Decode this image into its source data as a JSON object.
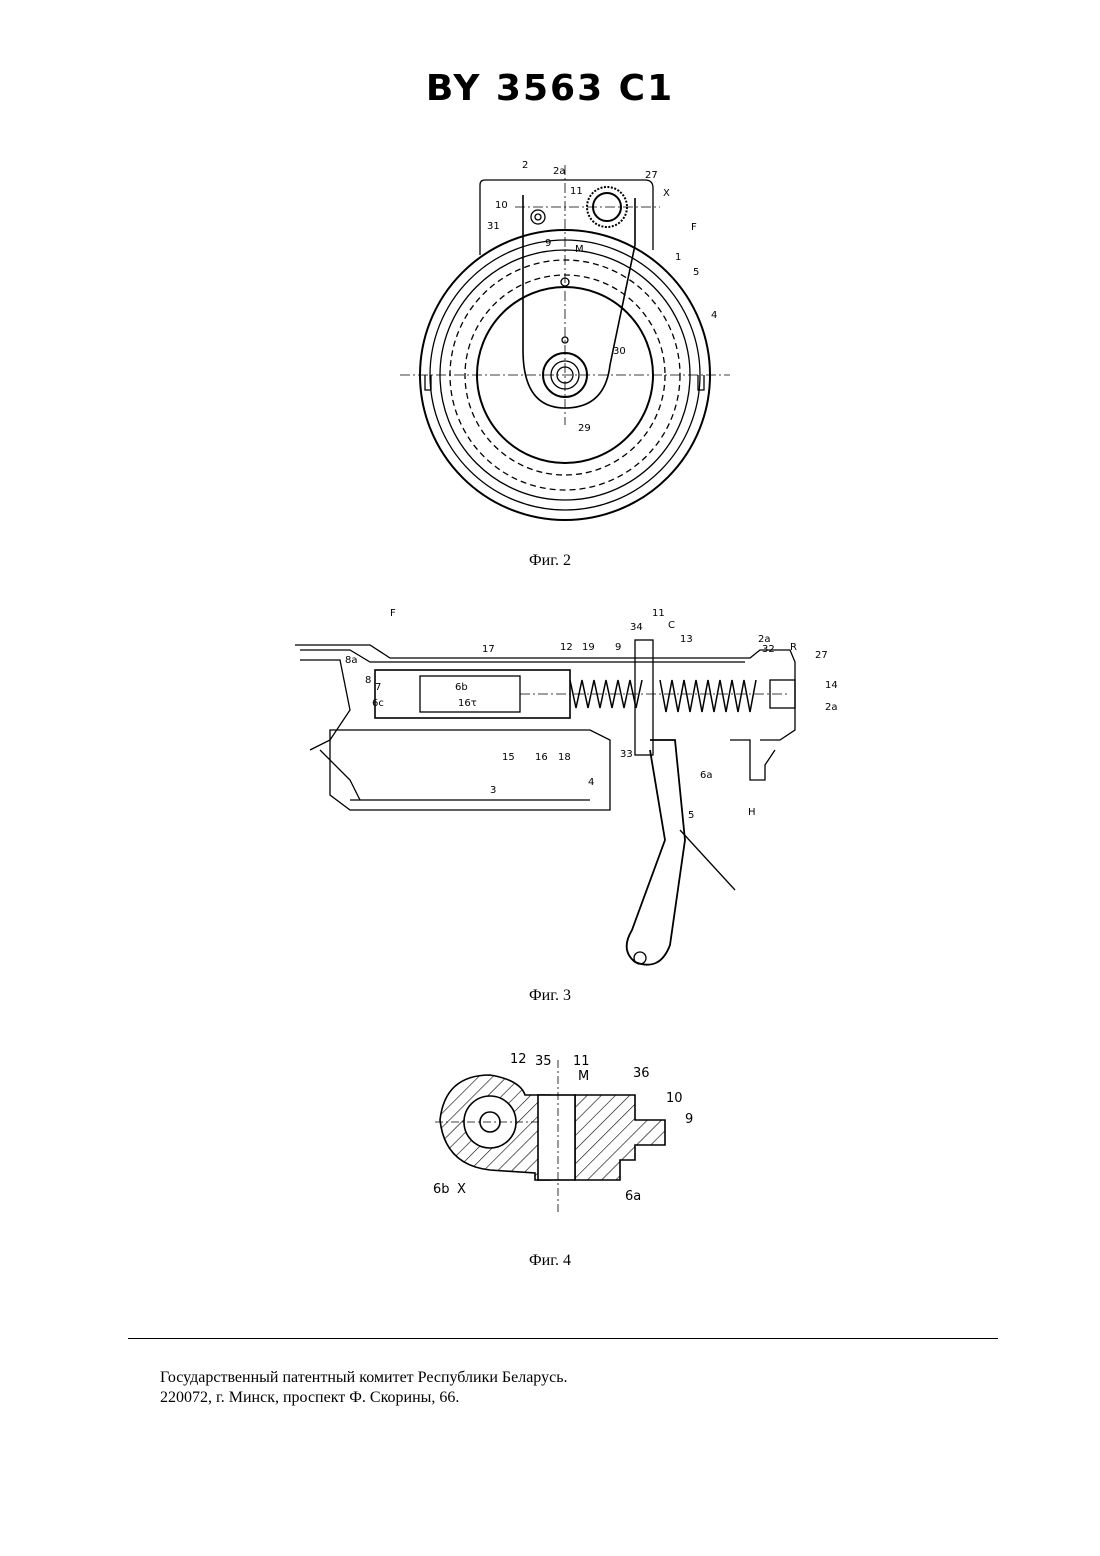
{
  "header": {
    "patent_number": "BY 3563 C1"
  },
  "figures": [
    {
      "caption": "Фиг. 2",
      "labels": [
        "2",
        "2a",
        "27",
        "X",
        "10",
        "11",
        "31",
        "9",
        "M",
        "F",
        "1",
        "5",
        "4",
        "30",
        "29"
      ]
    },
    {
      "caption": "Фиг. 3",
      "labels": [
        "F",
        "8a",
        "8",
        "7",
        "6c",
        "6b",
        "17",
        "16τ",
        "15",
        "16",
        "18",
        "12",
        "19",
        "9",
        "34",
        "11",
        "C",
        "13",
        "2a",
        "32",
        "R",
        "27",
        "14",
        "2a",
        "33",
        "4",
        "6a",
        "H",
        "3",
        "5"
      ]
    },
    {
      "caption": "Фиг. 4",
      "labels": [
        "12",
        "35",
        "11",
        "M",
        "36",
        "10",
        "9",
        "6b",
        "X",
        "6a"
      ]
    }
  ],
  "footer": {
    "line1": "Государственный патентный комитет Республики Беларусь.",
    "line2": "220072, г. Минск, проспект Ф. Скорины, 66."
  }
}
